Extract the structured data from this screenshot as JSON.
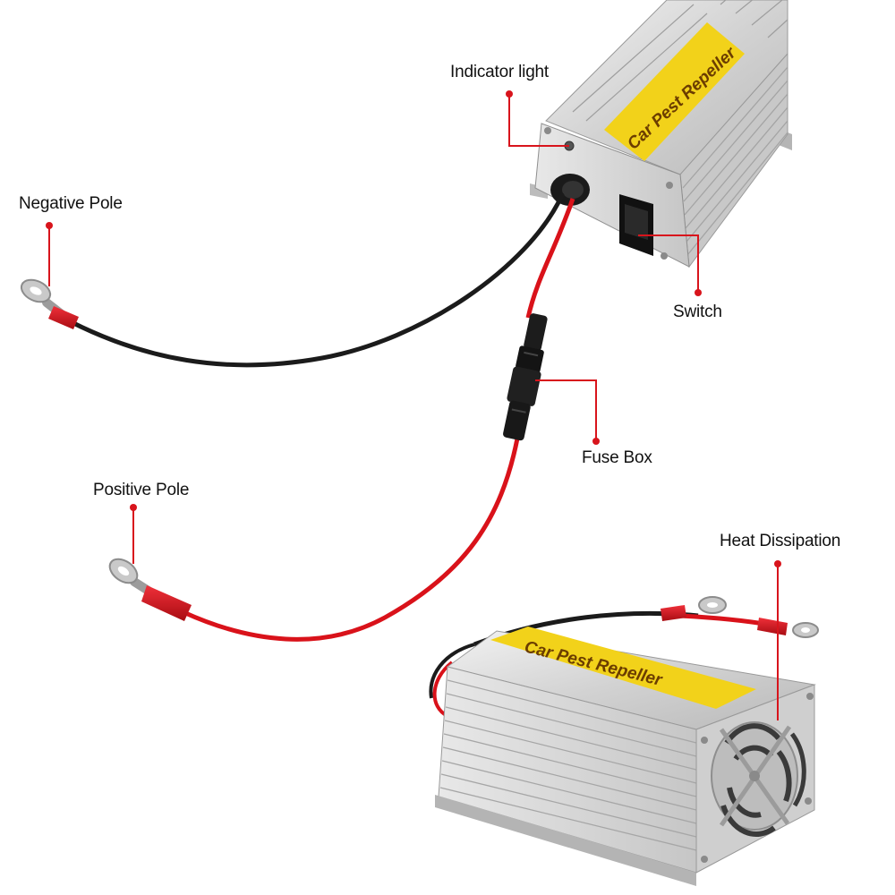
{
  "product": {
    "name_label": "Car Pest Repeller"
  },
  "callouts": {
    "indicator_light": "Indicator light",
    "negative_pole": "Negative Pole",
    "switch": "Switch",
    "fuse_box": "Fuse Box",
    "positive_pole": "Positive Pole",
    "heat_dissipation": "Heat Dissipation"
  },
  "colors": {
    "callout_line": "#d8141c",
    "wire_red": "#d9121a",
    "wire_black": "#1b1b1b",
    "label_band": "#f2d21a",
    "housing": "#d4d4d4"
  }
}
